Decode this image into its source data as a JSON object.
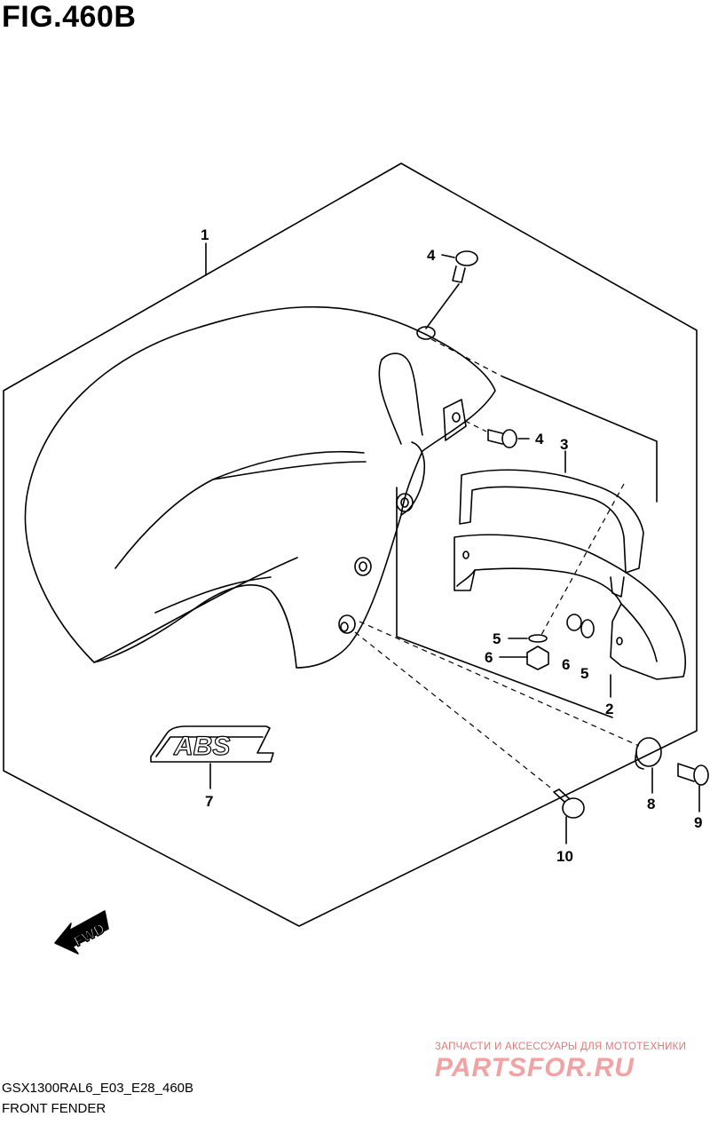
{
  "figure": {
    "title": "FIG.460B",
    "model_code": "GSX1300RAL6_E03_E28_460B",
    "caption": "FRONT FENDER"
  },
  "callouts": [
    {
      "id": "c1",
      "label": "1"
    },
    {
      "id": "c2",
      "label": "2"
    },
    {
      "id": "c3",
      "label": "3"
    },
    {
      "id": "c4a",
      "label": "4"
    },
    {
      "id": "c4b",
      "label": "4"
    },
    {
      "id": "c5a",
      "label": "5"
    },
    {
      "id": "c5b",
      "label": "5"
    },
    {
      "id": "c6a",
      "label": "6"
    },
    {
      "id": "c6b",
      "label": "6"
    },
    {
      "id": "c7",
      "label": "7"
    },
    {
      "id": "c8",
      "label": "8"
    },
    {
      "id": "c9",
      "label": "9"
    },
    {
      "id": "c10",
      "label": "10"
    }
  ],
  "decal": {
    "text": "ABS"
  },
  "fwd_arrow": {
    "text": "FWD"
  },
  "watermark": {
    "tagline": "ЗАПЧАСТИ И АКСЕССУАРЫ ДЛЯ МОТОТЕХНИКИ",
    "logo": "PARTSFOR.RU"
  }
}
